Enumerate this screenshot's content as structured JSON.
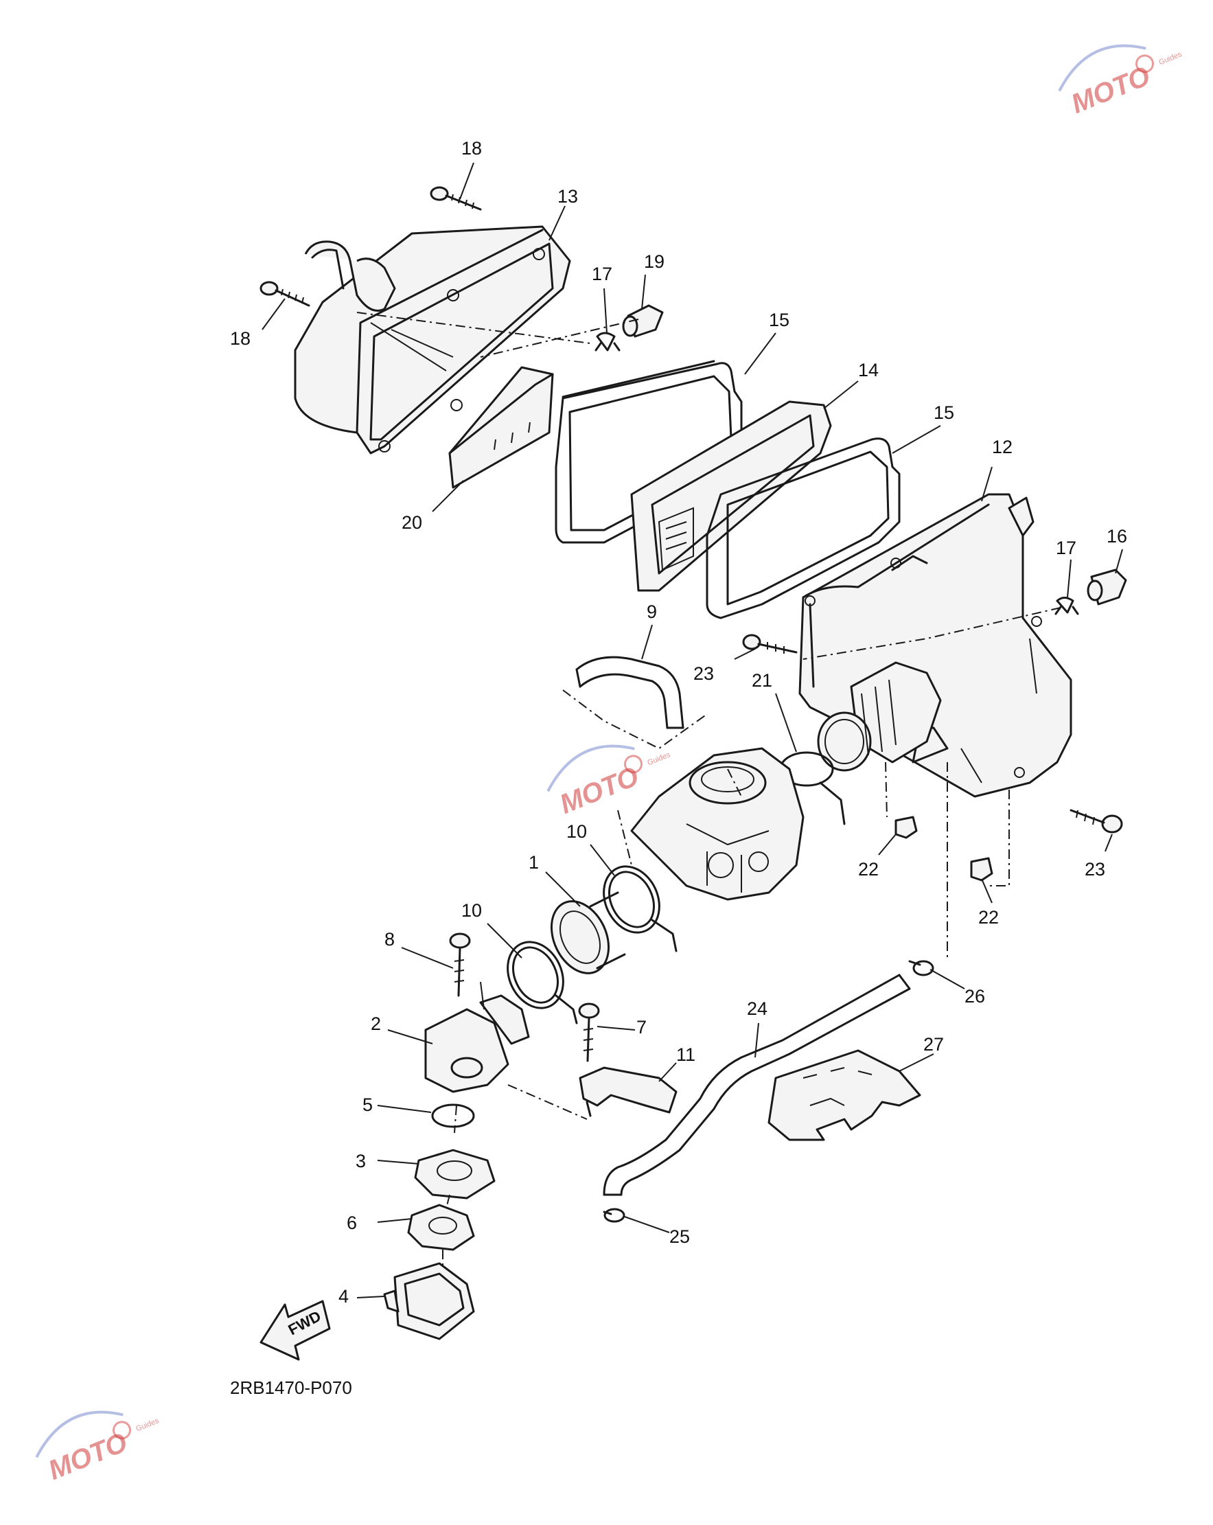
{
  "diagram": {
    "code": "2RB1470-P070",
    "fwd_label": "FWD",
    "callouts": [
      {
        "id": "c-18a",
        "label": "18"
      },
      {
        "id": "c-13",
        "label": "13"
      },
      {
        "id": "c-17a",
        "label": "17"
      },
      {
        "id": "c-19",
        "label": "19"
      },
      {
        "id": "c-18b",
        "label": "18"
      },
      {
        "id": "c-15a",
        "label": "15"
      },
      {
        "id": "c-14",
        "label": "14"
      },
      {
        "id": "c-15b",
        "label": "15"
      },
      {
        "id": "c-12",
        "label": "12"
      },
      {
        "id": "c-20",
        "label": "20"
      },
      {
        "id": "c-17b",
        "label": "17"
      },
      {
        "id": "c-16",
        "label": "16"
      },
      {
        "id": "c-9",
        "label": "9"
      },
      {
        "id": "c-23a",
        "label": "23"
      },
      {
        "id": "c-21",
        "label": "21"
      },
      {
        "id": "c-10a",
        "label": "10"
      },
      {
        "id": "c-1",
        "label": "1"
      },
      {
        "id": "c-22a",
        "label": "22"
      },
      {
        "id": "c-23b",
        "label": "23"
      },
      {
        "id": "c-10b",
        "label": "10"
      },
      {
        "id": "c-22b",
        "label": "22"
      },
      {
        "id": "c-8",
        "label": "8"
      },
      {
        "id": "c-26",
        "label": "26"
      },
      {
        "id": "c-2",
        "label": "2"
      },
      {
        "id": "c-7",
        "label": "7"
      },
      {
        "id": "c-24",
        "label": "24"
      },
      {
        "id": "c-27",
        "label": "27"
      },
      {
        "id": "c-11",
        "label": "11"
      },
      {
        "id": "c-5",
        "label": "5"
      },
      {
        "id": "c-3",
        "label": "3"
      },
      {
        "id": "c-6",
        "label": "6"
      },
      {
        "id": "c-25",
        "label": "25"
      },
      {
        "id": "c-4",
        "label": "4"
      }
    ]
  },
  "watermark": {
    "brand": "MOTO",
    "tagline": "Guides"
  }
}
